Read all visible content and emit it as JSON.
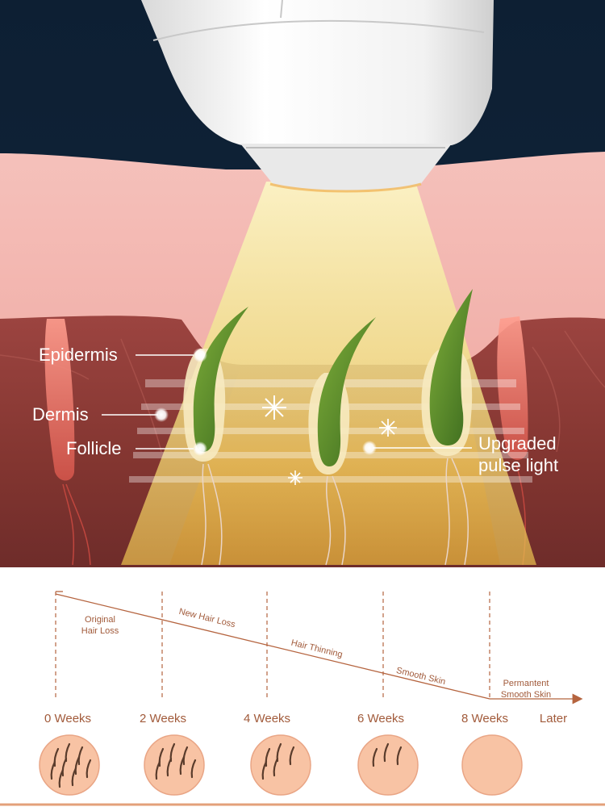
{
  "illustration": {
    "callouts": {
      "epidermis": "Epidermis",
      "dermis": "Dermis",
      "follicle": "Follicle",
      "pulse_line1": "Upgraded",
      "pulse_line2": "pulse light"
    },
    "colors": {
      "background_top": "#0f2236",
      "skin_pink": "#f2b3ad",
      "dermis_red": "#8b3a36",
      "light_beam": "#f3e9a2",
      "hair_green": "#4e7d26",
      "device_white": "#f4f4f4"
    }
  },
  "timeline": {
    "weeks": [
      "0 Weeks",
      "2 Weeks",
      "4 Weeks",
      "6 Weeks",
      "8 Weeks"
    ],
    "later": "Later",
    "stages": {
      "original": [
        "Original",
        "Hair Loss"
      ],
      "new_loss": "New Hair Loss",
      "thinning": "Hair Thinning",
      "smooth": "Smooth Skin",
      "permanent": [
        "Permantent",
        "Smooth Skin"
      ]
    },
    "hair_counts": [
      9,
      7,
      5,
      3,
      0
    ],
    "colors": {
      "line": "#b5643f",
      "circle_fill": "#f8c3a4",
      "circle_stroke": "#e9a585",
      "hair": "#5a3c2c"
    }
  }
}
